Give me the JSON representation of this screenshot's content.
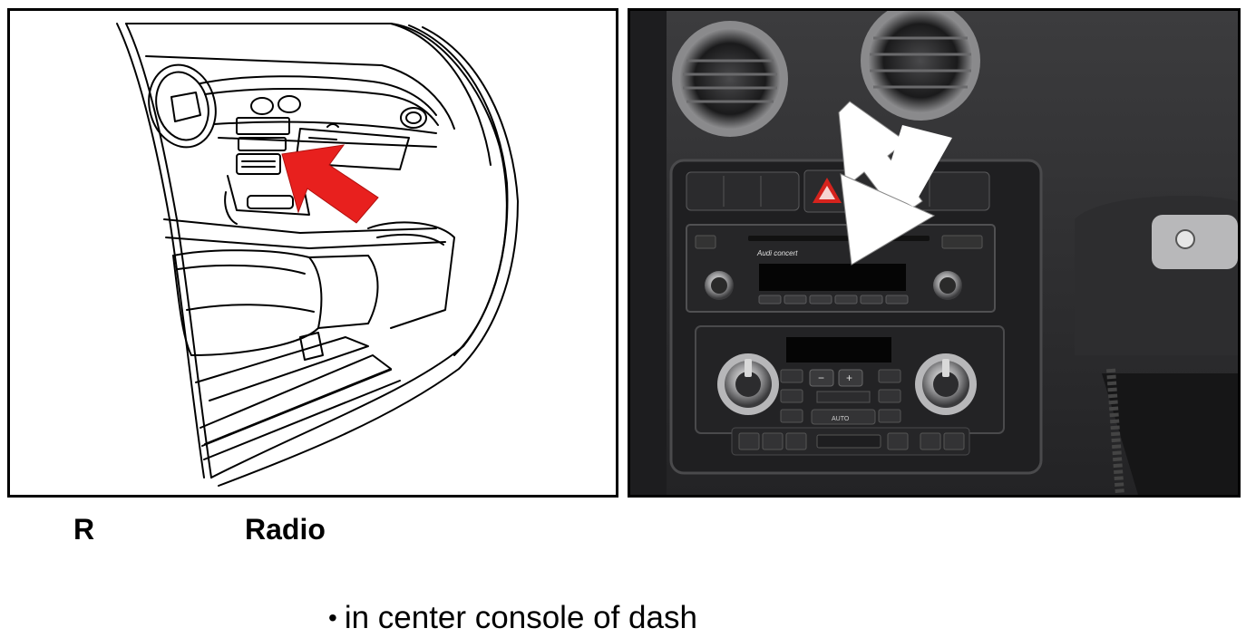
{
  "component": {
    "code": "R",
    "name": "Radio"
  },
  "location": {
    "bullet": "•",
    "text": "in center console of dash"
  },
  "radio_brand_text": "Audi concert",
  "climate_auto_label": "AUTO",
  "colors": {
    "arrow_red": "#e8201e",
    "arrow_white": "#ffffff",
    "photo_bg": "#2a2a2c",
    "console": "#1c1c1e",
    "hazard_red": "#d6231d"
  },
  "icons": [
    "car-interior-line-drawing",
    "red-arrow-icon",
    "dashboard-photo",
    "white-arrow-icon",
    "hazard-button-icon"
  ]
}
